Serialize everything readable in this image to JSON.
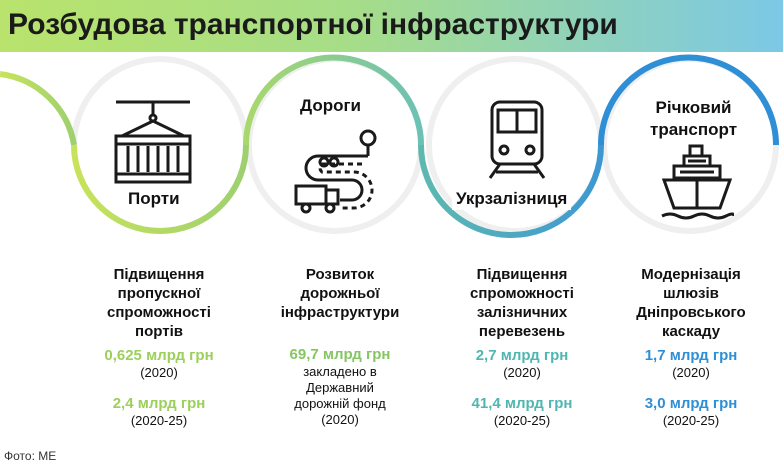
{
  "title": "Розбудова транспортної інфраструктури",
  "colors": {
    "green": "#9ccf5b",
    "teal": "#55b9a8",
    "blue": "#2f8fd6",
    "ring": "#eeeeee"
  },
  "sections": [
    {
      "label": "Порти",
      "icon": "container-crane-icon",
      "title_lines": [
        "Підвищення",
        "пропускної",
        "спроможності",
        "портів"
      ],
      "amount1": "0,625 млрд грн",
      "note1": "(2020)",
      "amount2": "2,4 млрд грн",
      "note2": "(2020-25)"
    },
    {
      "label": "Дороги",
      "icon": "road-truck-icon",
      "title_lines": [
        "Розвиток",
        "дорожньої",
        "інфраструктури"
      ],
      "amount1": "69,7 млрд грн",
      "note1_lines": [
        "закладено в",
        "Державний",
        "дорожній фонд",
        "(2020)"
      ]
    },
    {
      "label": "Укрзалізниця",
      "icon": "train-icon",
      "title_lines": [
        "Підвищення",
        "спроможності",
        "залізничних",
        "перевезень"
      ],
      "amount1": "2,7 млрд грн",
      "note1": "(2020)",
      "amount2": "41,4 млрд грн",
      "note2": "(2020-25)"
    },
    {
      "label_lines": [
        "Річковий",
        "транспорт"
      ],
      "icon": "ship-icon",
      "title_lines": [
        "Модернізація",
        "шлюзів",
        "Дніпровського",
        "каскаду"
      ],
      "amount1": "1,7 млрд грн",
      "note1": "(2020)",
      "amount2": "3,0 млрд грн",
      "note2": "(2020-25)"
    }
  ],
  "caption": "Фото: МЕ"
}
